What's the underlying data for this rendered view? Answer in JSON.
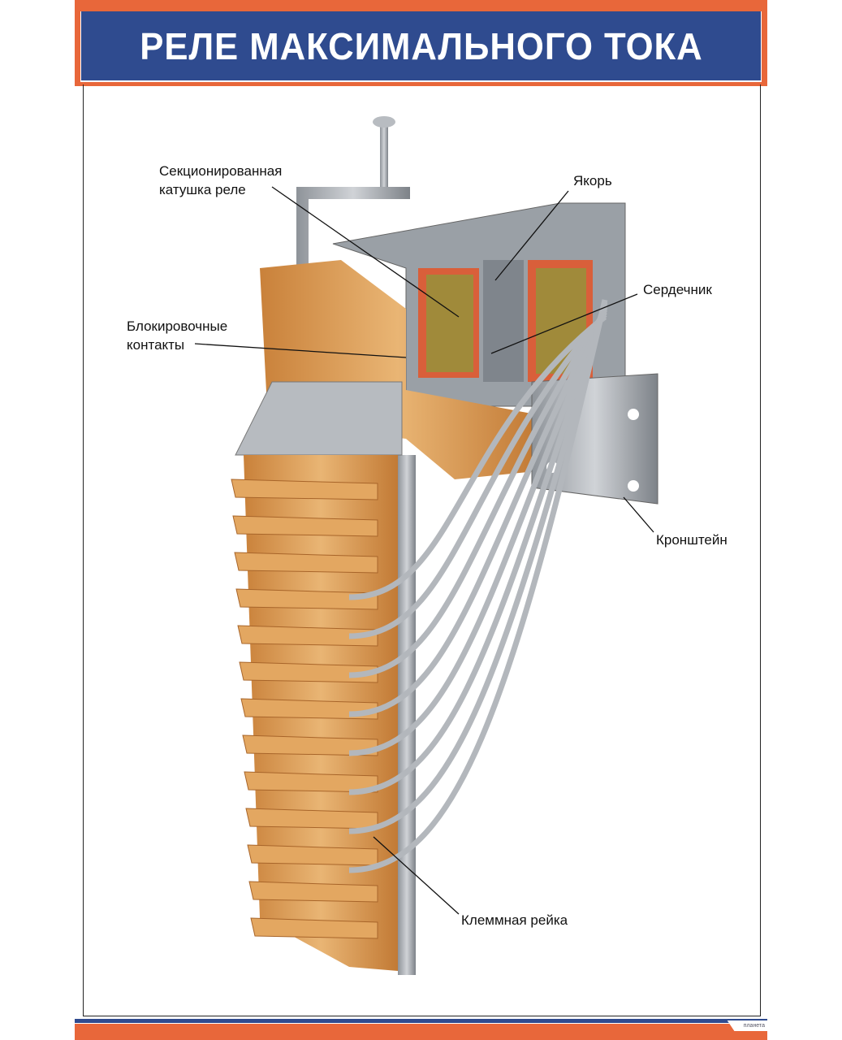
{
  "title": "РЕЛЕ МАКСИМАЛЬНОГО ТОКА",
  "labels": {
    "coil": [
      "Секционированная",
      "катушка реле"
    ],
    "armature": "Якорь",
    "core": "Сердечник",
    "contacts": [
      "Блокировочные",
      "контакты"
    ],
    "bracket": "Кронштейн",
    "terminal": "Клеммная рейка"
  },
  "logo": "планета",
  "colors": {
    "blue": "#2f4b8f",
    "orange": "#e8673a",
    "wood": "#d99a4e",
    "metal": "#a9adb3"
  }
}
